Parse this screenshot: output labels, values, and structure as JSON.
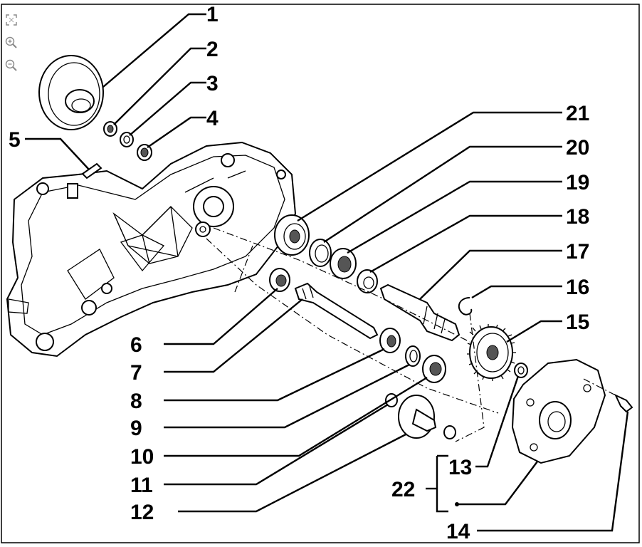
{
  "toolbar": {
    "fit_icon": "fit-screen-icon",
    "zoom_in_icon": "zoom-in-icon",
    "zoom_out_icon": "zoom-out-icon"
  },
  "callouts": {
    "n1": "1",
    "n2": "2",
    "n3": "3",
    "n4": "4",
    "n5": "5",
    "n6": "6",
    "n7": "7",
    "n8": "8",
    "n9": "9",
    "n10": "10",
    "n11": "11",
    "n12": "12",
    "n13": "13",
    "n14": "14",
    "n15": "15",
    "n16": "16",
    "n17": "17",
    "n18": "18",
    "n19": "19",
    "n20": "20",
    "n21": "21",
    "n22": "22"
  }
}
